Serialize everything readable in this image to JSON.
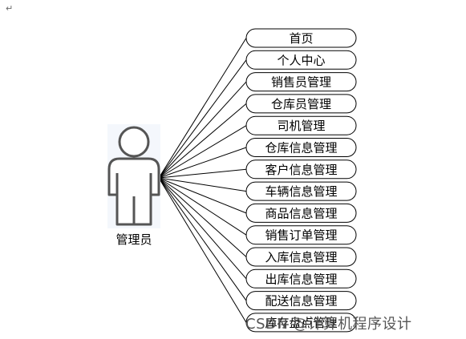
{
  "paragraph_mark": "↵",
  "actor": {
    "label": "管理员"
  },
  "use_cases": [
    "首页",
    "个人中心",
    "销售员管理",
    "仓库员管理",
    "司机管理",
    "仓库信息管理",
    "客户信息管理",
    "车辆信息管理",
    "商品信息管理",
    "销售订单管理",
    "入库信息管理",
    "出库信息管理",
    "配送信息管理",
    "库存盘点管理"
  ],
  "watermark": "CSDN @计算机程序设计",
  "colors": {
    "line": "#000000",
    "actor_stroke": "#555555",
    "actor_fill": "#ffffff"
  }
}
